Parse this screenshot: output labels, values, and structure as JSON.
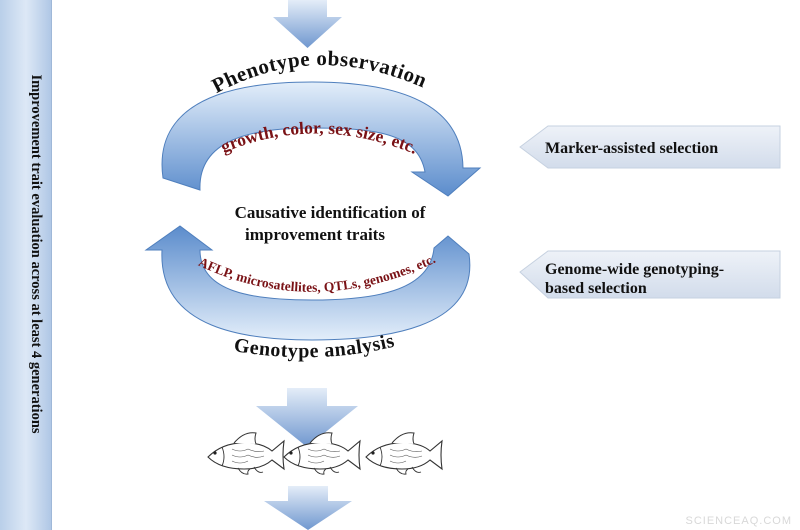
{
  "sidebar": {
    "label": "Improvement trait evaluation across at least  4 generations"
  },
  "top_arc": {
    "outer_label": "Phenotype observation",
    "inner_label": "growth, color, sex size, etc."
  },
  "bottom_arc": {
    "outer_label": "Genotype analysis",
    "inner_label": "AFLP, microsatellites, QTLs, genomes, etc."
  },
  "center": {
    "line1": "Causative identification of",
    "line2": "improvement traits"
  },
  "callouts": {
    "marker": "Marker-assisted selection",
    "genome_line1": "Genome-wide genotyping-",
    "genome_line2": "based selection"
  },
  "fish_count": 3,
  "watermark": "SCIENCEAQ.COM",
  "colors": {
    "arrow_light": "#dbe6f5",
    "arrow_dark": "#6f97cf",
    "arc_light": "#cfe0f4",
    "arc_dark": "#5d8fcf",
    "arc_text": "#7a1216",
    "callout_fill": "#dfe6f0",
    "text": "#111111"
  }
}
